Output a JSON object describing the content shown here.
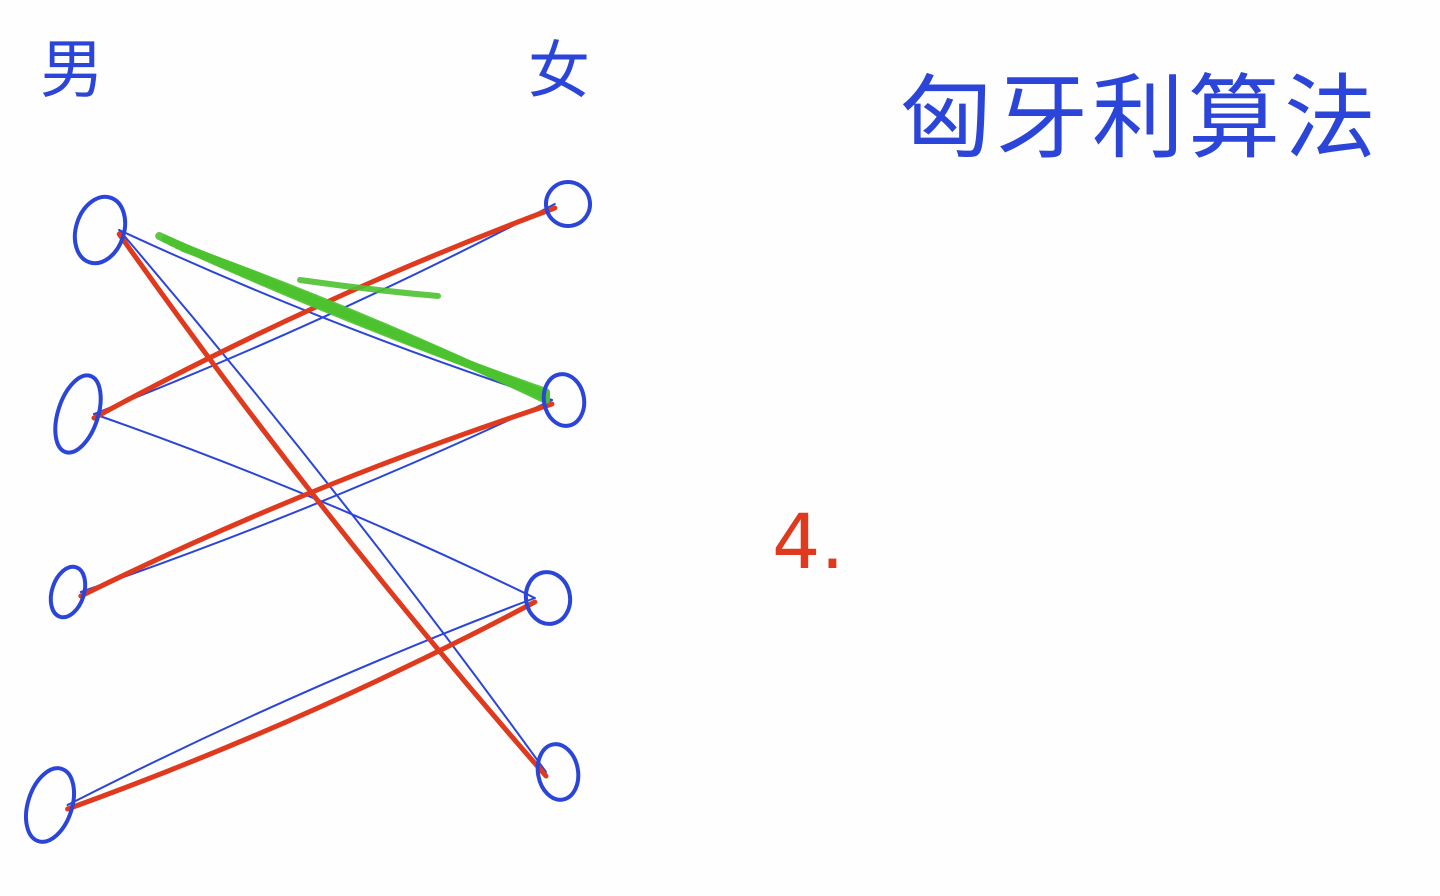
{
  "labels": {
    "left_group": "男",
    "right_group": "女",
    "title": "匈牙利算法",
    "note": "4."
  },
  "colors": {
    "ink_blue": "#2b45d8",
    "ink_red": "#e03a1e",
    "ink_green": "#4cc230",
    "background": "#fefefe"
  },
  "graph": {
    "left_nodes": [
      "L1",
      "L2",
      "L3",
      "L4"
    ],
    "right_nodes": [
      "R1",
      "R2",
      "R3",
      "R4"
    ],
    "candidate_edges": [
      [
        "L1",
        "R2"
      ],
      [
        "L1",
        "R4"
      ],
      [
        "L2",
        "R1"
      ],
      [
        "L2",
        "R3"
      ],
      [
        "L3",
        "R2"
      ],
      [
        "L4",
        "R3"
      ]
    ],
    "matched_edges": [
      [
        "L2",
        "R1"
      ],
      [
        "L1",
        "R4"
      ],
      [
        "L3",
        "R2"
      ],
      [
        "L4",
        "R3"
      ]
    ],
    "highlighted_edges": [
      [
        "L1",
        "R2"
      ]
    ]
  }
}
